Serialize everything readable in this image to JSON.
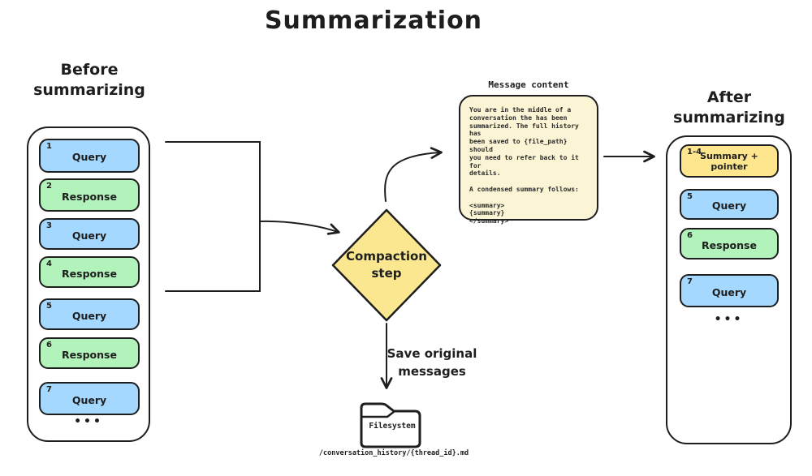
{
  "title": "Summarization",
  "colors": {
    "stroke": "#1e1e1e",
    "query_fill": "#a5d8ff",
    "response_fill": "#b2f2bb",
    "summary_fill": "#fde68e",
    "diamond_fill": "#fae78f",
    "note_fill": "#fbf4d5"
  },
  "before": {
    "heading": "Before\nsummarizing",
    "messages": [
      {
        "num": "1",
        "label": "Query"
      },
      {
        "num": "2",
        "label": "Response"
      },
      {
        "num": "3",
        "label": "Query"
      },
      {
        "num": "4",
        "label": "Response"
      },
      {
        "num": "5",
        "label": "Query"
      },
      {
        "num": "6",
        "label": "Response"
      },
      {
        "num": "7",
        "label": "Query"
      }
    ],
    "ellipsis": "•••"
  },
  "after": {
    "heading": "After\nsummarizing",
    "messages": [
      {
        "num": "1-4",
        "label": "Summary +\npointer"
      },
      {
        "num": "5",
        "label": "Query"
      },
      {
        "num": "6",
        "label": "Response"
      },
      {
        "num": "7",
        "label": "Query"
      }
    ],
    "ellipsis": "•••"
  },
  "diamond": {
    "label": "Compaction\nstep"
  },
  "note": {
    "title": "Message content",
    "body": "You are in the middle of a\nconversation the has been\nsummarized. The full history has\nbeen saved to {file_path} should\nyou need to refer back to it for\ndetails.\n\nA condensed summary follows:\n\n<summary>\n{summary}\n</summary>"
  },
  "save_arrow_label": "Save original\nmessages",
  "filesystem": {
    "label": "Filesystem",
    "path": "/conversation_history/{thread_id}.md"
  }
}
